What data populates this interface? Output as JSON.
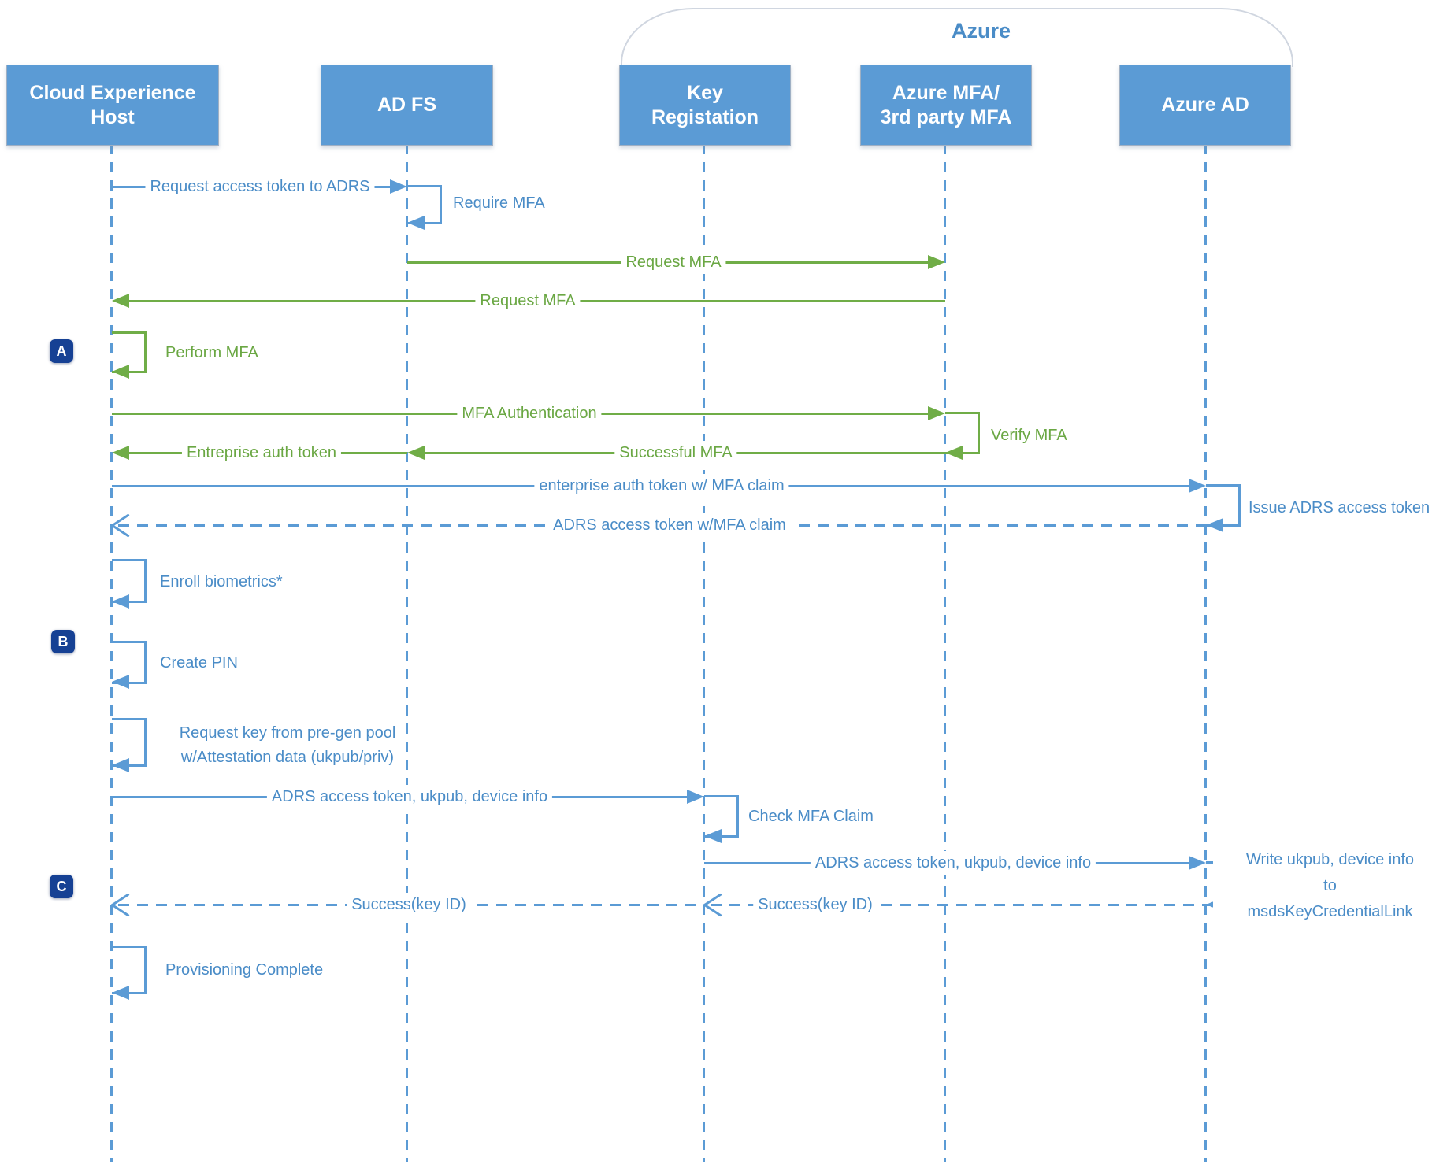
{
  "colors": {
    "blue": "#5b9bd5",
    "blueText": "#4a8cc7",
    "green": "#70ad47",
    "greenText": "#6aa743",
    "boxFill": "#5b9bd5",
    "navy": "#164194"
  },
  "azure_group": {
    "label": "Azure"
  },
  "actors": [
    {
      "id": "cloud-experience-host",
      "label": "Cloud Experience\nHost"
    },
    {
      "id": "ad-fs",
      "label": "AD FS"
    },
    {
      "id": "key-registration",
      "label": "Key\nRegistation"
    },
    {
      "id": "azure-mfa",
      "label": "Azure MFA/\n3rd party MFA"
    },
    {
      "id": "azure-ad",
      "label": "Azure AD"
    }
  ],
  "badges": [
    {
      "label": "A"
    },
    {
      "label": "B"
    },
    {
      "label": "C"
    }
  ],
  "messages": [
    {
      "label": "Request access token to ADRS",
      "type": "solid",
      "color": "blue",
      "from": "cloud-experience-host",
      "to": "ad-fs"
    },
    {
      "label": "Require MFA",
      "type": "self",
      "color": "blue",
      "at": "ad-fs"
    },
    {
      "label": "Request MFA",
      "type": "solid",
      "color": "green",
      "from": "ad-fs",
      "to": "azure-mfa"
    },
    {
      "label": "Request MFA",
      "type": "solid",
      "color": "green",
      "from": "azure-mfa",
      "to": "cloud-experience-host"
    },
    {
      "label": "Perform MFA",
      "type": "self",
      "color": "green",
      "at": "cloud-experience-host"
    },
    {
      "label": "MFA Authentication",
      "type": "solid",
      "color": "green",
      "from": "cloud-experience-host",
      "to": "azure-mfa"
    },
    {
      "label": "Verify MFA",
      "type": "self",
      "color": "green",
      "at": "azure-mfa"
    },
    {
      "label": "Successful MFA",
      "type": "solid",
      "color": "green",
      "from": "azure-mfa",
      "to": "ad-fs"
    },
    {
      "label": "Entreprise auth token",
      "type": "solid",
      "color": "green",
      "from": "ad-fs",
      "to": "cloud-experience-host"
    },
    {
      "label": "enterprise auth token w/ MFA claim",
      "type": "solid",
      "color": "blue",
      "from": "cloud-experience-host",
      "to": "azure-ad"
    },
    {
      "label": "Issue ADRS access token",
      "type": "self",
      "color": "blue",
      "at": "azure-ad"
    },
    {
      "label": "ADRS access token w/MFA claim",
      "type": "dashed",
      "color": "blue",
      "from": "azure-ad",
      "to": "cloud-experience-host"
    },
    {
      "label": "Enroll biometrics*",
      "type": "self",
      "color": "blue",
      "at": "cloud-experience-host"
    },
    {
      "label": "Create PIN",
      "type": "self",
      "color": "blue",
      "at": "cloud-experience-host"
    },
    {
      "label": "Request key from pre-gen pool\nw/Attestation data (ukpub/priv)",
      "type": "self",
      "color": "blue",
      "at": "cloud-experience-host"
    },
    {
      "label": "ADRS access token, ukpub, device info",
      "type": "solid",
      "color": "blue",
      "from": "cloud-experience-host",
      "to": "key-registration"
    },
    {
      "label": "Check MFA Claim",
      "type": "self",
      "color": "blue",
      "at": "key-registration"
    },
    {
      "label": "ADRS access token, ukpub, device info",
      "type": "solid",
      "color": "blue",
      "from": "key-registration",
      "to": "azure-ad"
    },
    {
      "label": "Write ukpub, device info\nto\nmsdsKeyCredentialLink",
      "type": "self",
      "color": "blue",
      "at": "azure-ad"
    },
    {
      "label": "Success(key ID)",
      "type": "dashed",
      "color": "blue",
      "from": "azure-ad",
      "to": "key-registration"
    },
    {
      "label": "Success(key ID)",
      "type": "dashed",
      "color": "blue",
      "from": "key-registration",
      "to": "cloud-experience-host"
    },
    {
      "label": "Provisioning Complete",
      "type": "self",
      "color": "blue",
      "at": "cloud-experience-host"
    }
  ]
}
